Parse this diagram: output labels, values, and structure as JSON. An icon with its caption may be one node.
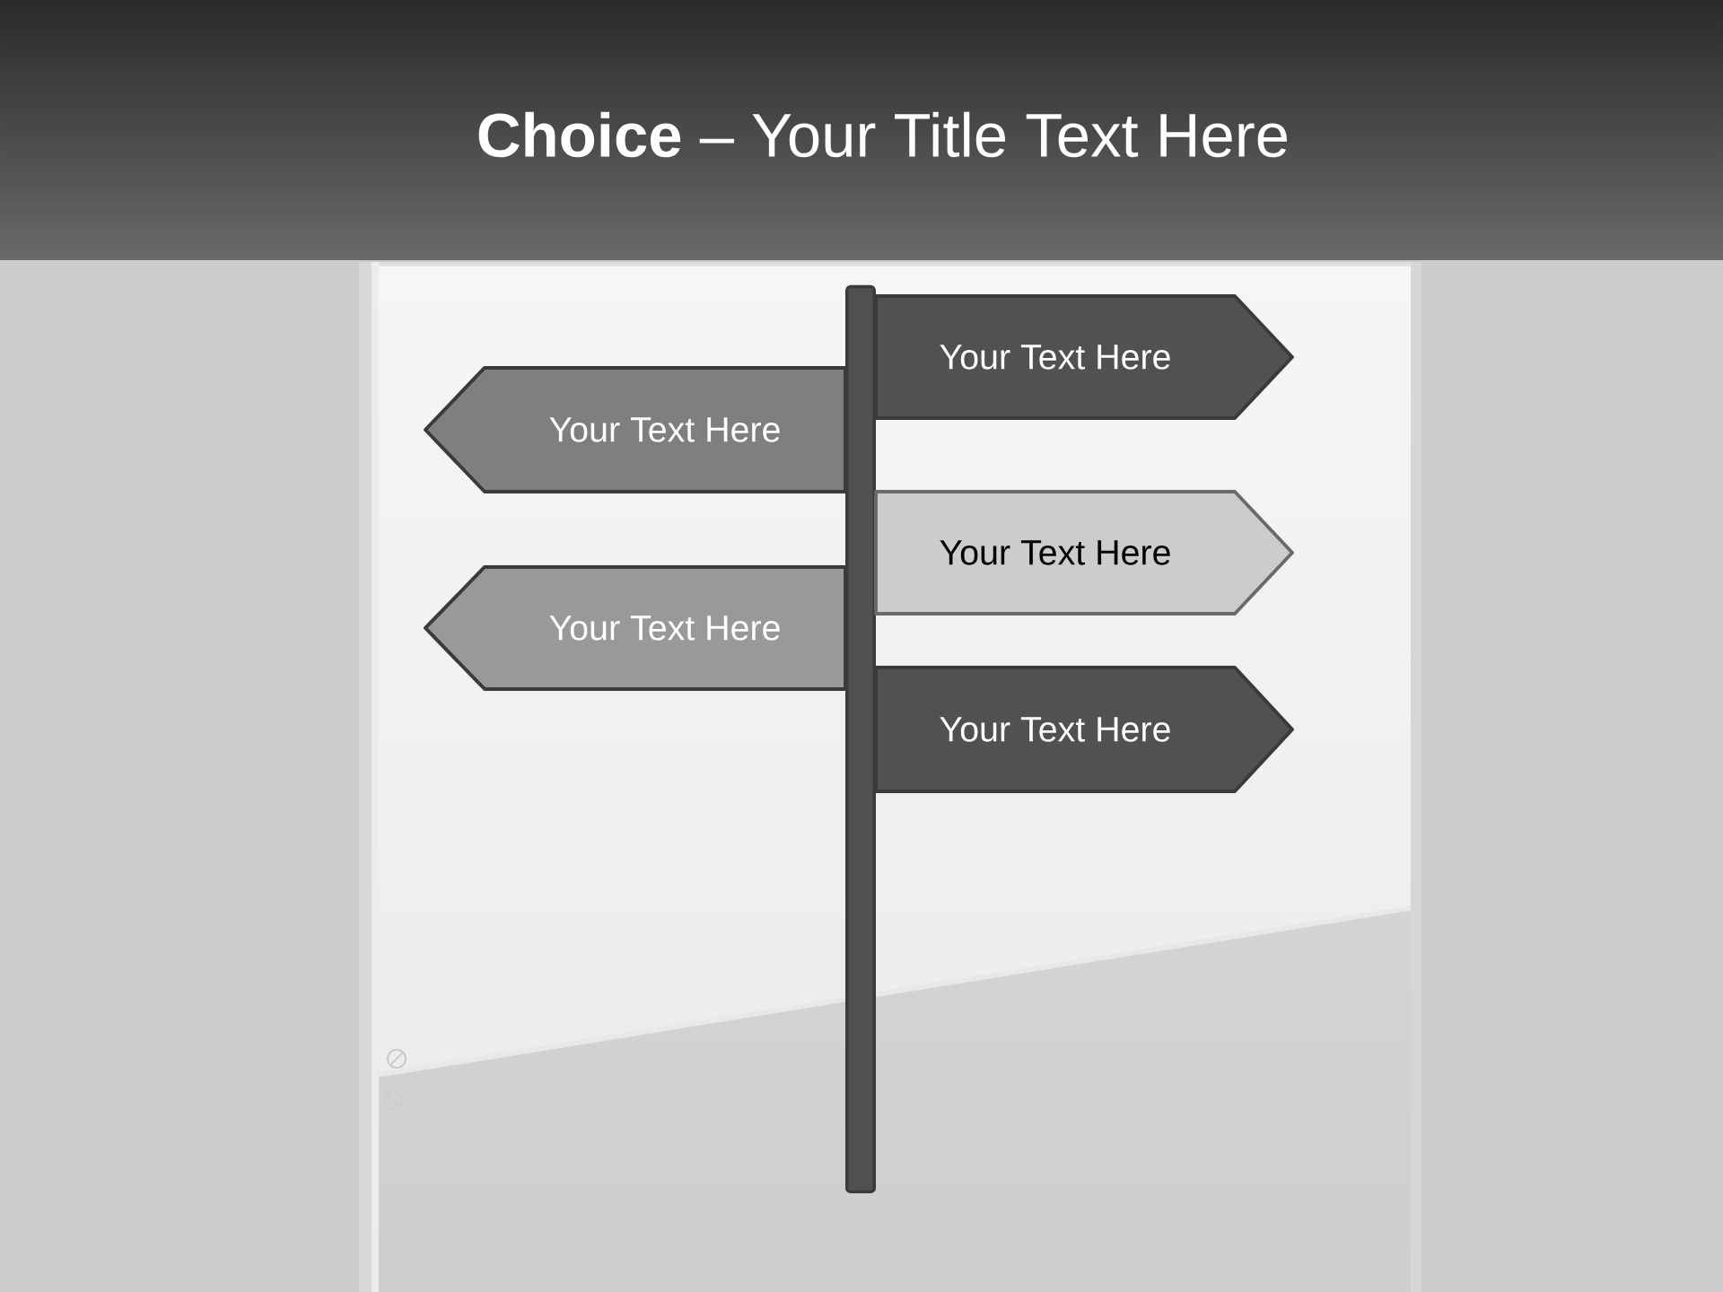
{
  "diagram": {
    "title": "**Choice** – Your Title Text Here",
    "nodes": [
      {
        "text": [
          "Your Text Here"
        ]
      },
      {
        "text": [
          "Your Text Here"
        ]
      },
      {
        "text": [
          "Your Text Here"
        ]
      },
      {
        "text": [
          "Your Text Here"
        ]
      },
      {
        "text": [
          "Your Text Here"
        ]
      },
      {
        "text": [],
        "shape": "bar"
      }
    ]
  }
}
